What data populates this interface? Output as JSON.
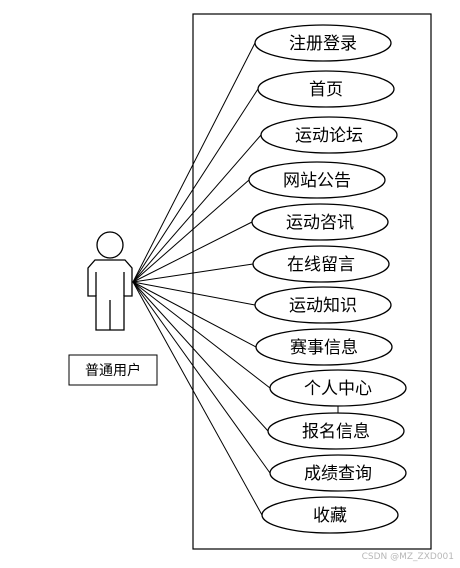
{
  "actor": {
    "label": "普通用户"
  },
  "use_cases": [
    {
      "id": "register-login",
      "label": "注册登录"
    },
    {
      "id": "home",
      "label": "首页"
    },
    {
      "id": "sports-forum",
      "label": "运动论坛"
    },
    {
      "id": "site-announcement",
      "label": "网站公告"
    },
    {
      "id": "sports-news",
      "label": "运动咨讯"
    },
    {
      "id": "online-message",
      "label": "在线留言"
    },
    {
      "id": "sports-knowledge",
      "label": "运动知识"
    },
    {
      "id": "event-info",
      "label": "赛事信息"
    },
    {
      "id": "personal-center",
      "label": "个人中心"
    },
    {
      "id": "registration-info",
      "label": "报名信息"
    },
    {
      "id": "score-query",
      "label": "成绩查询"
    },
    {
      "id": "favorites",
      "label": "收藏"
    }
  ],
  "watermark": "CSDN @MZ_ZXD001",
  "colors": {
    "stroke": "#000000",
    "background": "#ffffff"
  }
}
